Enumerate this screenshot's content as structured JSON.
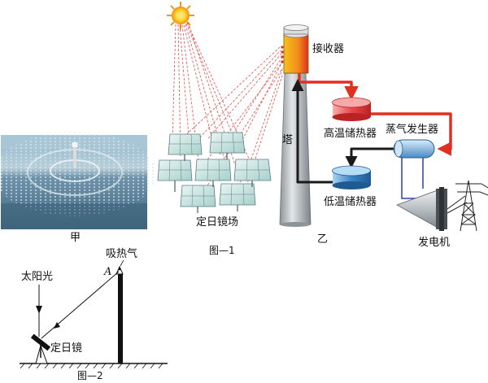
{
  "panel_jia": {
    "label": "甲"
  },
  "panel_yi": {
    "label": "乙",
    "heliostat_field": "定日镜场",
    "tower": "塔",
    "receiver": "接收器",
    "hot_storage": "高温储热器",
    "cold_storage": "低温储热器",
    "steam_generator": "蒸气发生器",
    "generator": "发电机"
  },
  "fig1_caption": "图—1",
  "fig2": {
    "caption": "图—2",
    "sunlight": "太阳光",
    "absorber": "吸热气",
    "point_a": "A",
    "mirror": "定日镜"
  },
  "colors": {
    "hot_pipe": "#e0301e",
    "cold_pipe": "#1a1a1a",
    "tower": "#bfc4c7",
    "receiver": "#f2a21a",
    "hot_tank": "#e8474a",
    "cold_tank": "#3b82c4",
    "ray": "#e05050"
  }
}
